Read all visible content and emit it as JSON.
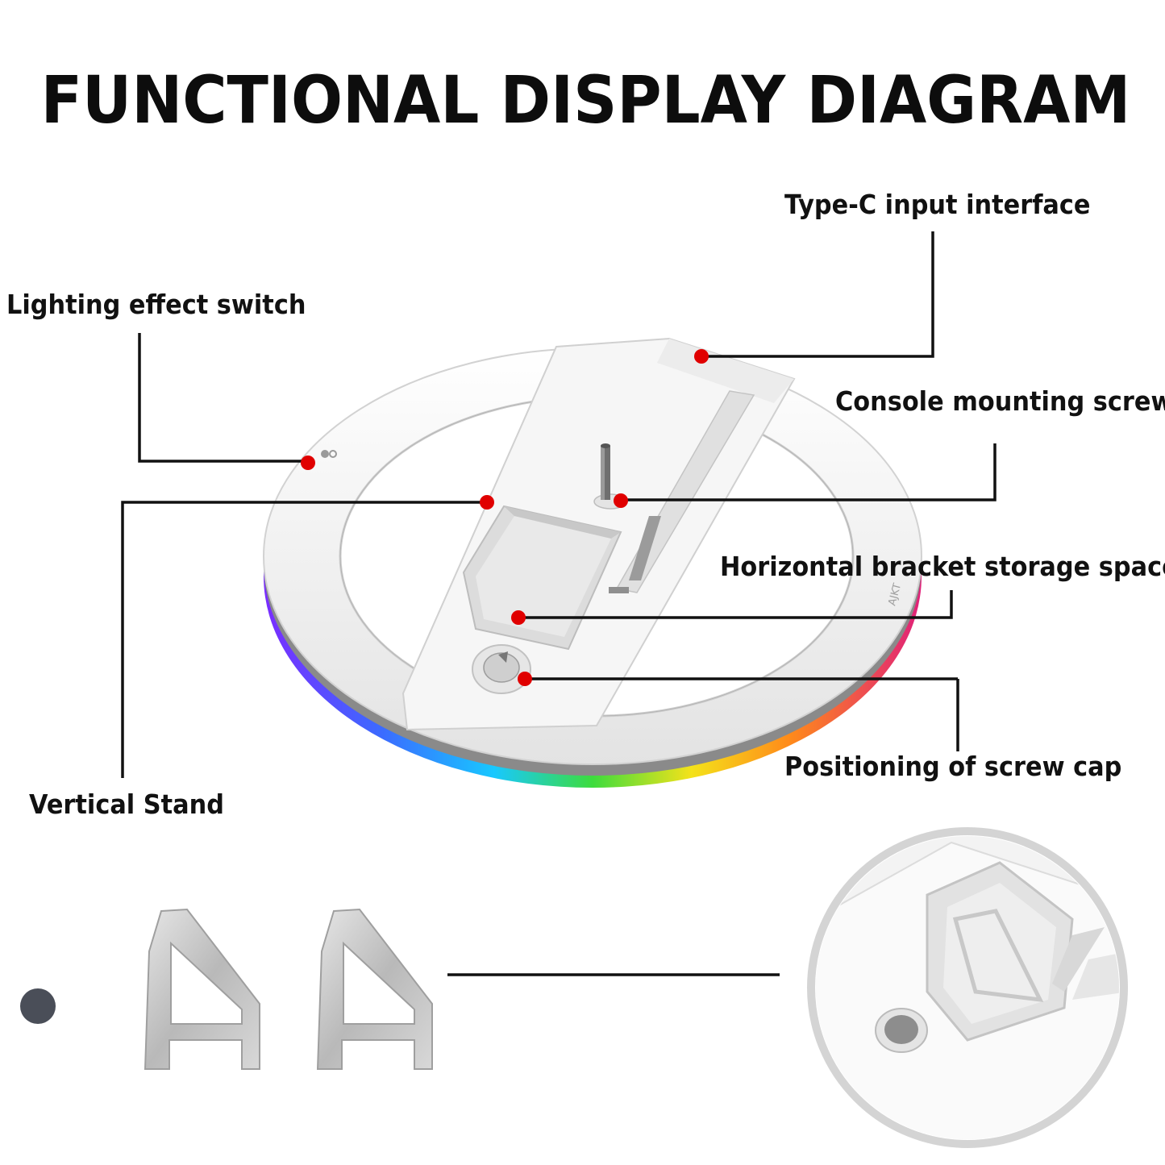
{
  "title": "FUNCTIONAL DISPLAY DIAGRAM",
  "labels": {
    "type_c": "Type-C input interface",
    "lighting_switch": "Lighting effect switch",
    "mount_screw": "Console mounting screw",
    "bracket_storage": "Horizontal bracket storage space",
    "screw_cap": "Positioning of screw cap",
    "vertical_stand": "Vertical Stand"
  },
  "brand_mark": "AJKT",
  "colors": {
    "marker": "#e00000",
    "leader": "#111111",
    "stand_body": "#f4f4f4",
    "screw_cap_dot": "#4a4e58",
    "bracket_clear": "#cfcfcf"
  }
}
